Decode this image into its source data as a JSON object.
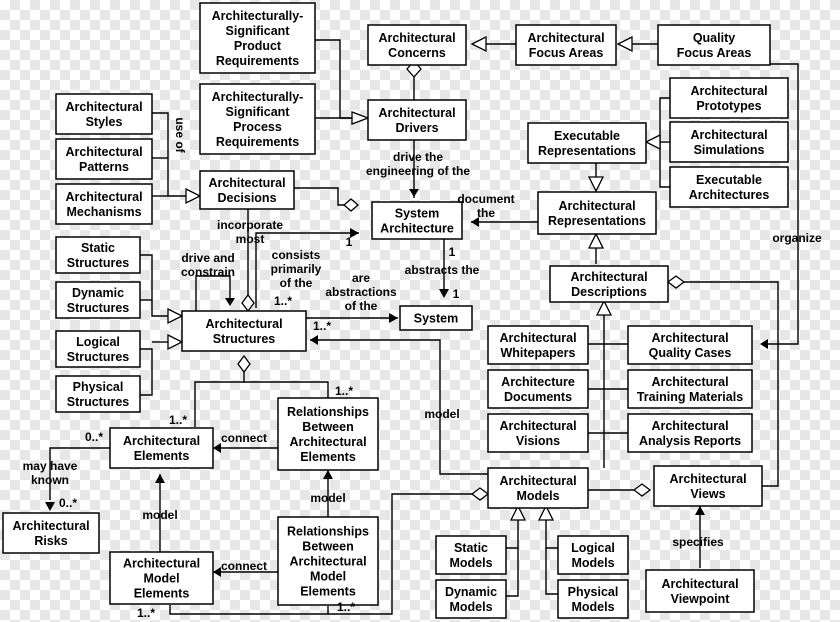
{
  "boxes": {
    "arch_sig_product": [
      "Architecturally-",
      "Significant",
      "Product",
      "Requirements"
    ],
    "arch_sig_process": [
      "Architecturally-",
      "Significant",
      "Process",
      "Requirements"
    ],
    "arch_concerns": [
      "Architectural",
      "Concerns"
    ],
    "arch_focus_areas": [
      "Architectural",
      "Focus Areas"
    ],
    "quality_focus_areas": [
      "Quality",
      "Focus Areas"
    ],
    "arch_drivers": [
      "Architectural",
      "Drivers"
    ],
    "arch_prototypes": [
      "Architectural",
      "Prototypes"
    ],
    "arch_simulations": [
      "Architectural",
      "Simulations"
    ],
    "executable_architectures": [
      "Executable",
      "Architectures"
    ],
    "executable_representations": [
      "Executable",
      "Representations"
    ],
    "arch_representations": [
      "Architectural",
      "Representations"
    ],
    "arch_styles": [
      "Architectural",
      "Styles"
    ],
    "arch_patterns": [
      "Architectural",
      "Patterns"
    ],
    "arch_mechanisms": [
      "Architectural",
      "Mechanisms"
    ],
    "arch_decisions": [
      "Architectural",
      "Decisions"
    ],
    "system_architecture": [
      "System",
      "Architecture"
    ],
    "static_structures": [
      "Static",
      "Structures"
    ],
    "dynamic_structures": [
      "Dynamic",
      "Structures"
    ],
    "logical_structures": [
      "Logical",
      "Structures"
    ],
    "physical_structures": [
      "Physical",
      "Structures"
    ],
    "arch_structures": [
      "Architectural",
      "Structures"
    ],
    "system": [
      "System"
    ],
    "arch_descriptions": [
      "Architectural",
      "Descriptions"
    ],
    "arch_whitepapers": [
      "Architectural",
      "Whitepapers"
    ],
    "arch_quality_cases": [
      "Architectural",
      "Quality Cases"
    ],
    "arch_documents": [
      "Architecture",
      "Documents"
    ],
    "arch_training_materials": [
      "Architectural",
      "Training Materials"
    ],
    "arch_visions": [
      "Architectural",
      "Visions"
    ],
    "arch_analysis_reports": [
      "Architectural",
      "Analysis Reports"
    ],
    "relationships_between_elements": [
      "Relationships",
      "Between",
      "Architectural",
      "Elements"
    ],
    "arch_elements": [
      "Architectural",
      "Elements"
    ],
    "arch_risks": [
      "Architectural",
      "Risks"
    ],
    "arch_models": [
      "Architectural",
      "Models"
    ],
    "arch_views": [
      "Architectural",
      "Views"
    ],
    "relationships_between_model_elements": [
      "Relationships",
      "Between",
      "Architectural",
      "Model",
      "Elements"
    ],
    "arch_model_elements": [
      "Architectural",
      "Model",
      "Elements"
    ],
    "static_models": [
      "Static",
      "Models"
    ],
    "dynamic_models": [
      "Dynamic",
      "Models"
    ],
    "logical_models": [
      "Logical",
      "Models"
    ],
    "physical_models": [
      "Physical",
      "Models"
    ],
    "arch_viewpoint": [
      "Architectural",
      "Viewpoint"
    ]
  },
  "labels": {
    "drive_engineering": [
      "drive the",
      "engineering of the"
    ],
    "document_the": [
      "document",
      "the"
    ],
    "organize": [
      "organize"
    ],
    "use_of": [
      "use of"
    ],
    "incorporate_most": [
      "incorporate",
      "most"
    ],
    "consists_primarily": [
      "consists",
      "primarily",
      "of the"
    ],
    "drive_and_constrain": [
      "drive and",
      "constrain"
    ],
    "are_abstractions": [
      "are",
      "abstractions",
      "of the"
    ],
    "abstracts_the": [
      "abstracts  the"
    ],
    "connect_top": [
      "connect"
    ],
    "connect_bottom": [
      "connect"
    ],
    "model_main": [
      "model"
    ],
    "model_left": [
      "model"
    ],
    "model_mid": [
      "model"
    ],
    "may_have_known": [
      "may have",
      "known"
    ],
    "specifies": [
      "specifies"
    ],
    "mult_1_a": [
      "1"
    ],
    "mult_1_b": [
      "1"
    ],
    "mult_1_c": [
      "1"
    ],
    "mult_1_star_a": [
      "1..*"
    ],
    "mult_1_star_b": [
      "1..*"
    ],
    "mult_1_star_c": [
      "1..*"
    ],
    "mult_1_star_d": [
      "1..*"
    ],
    "mult_1_star_e": [
      "1..*"
    ],
    "mult_1_star_f": [
      "1..*"
    ],
    "mult_0_star_a": [
      "0..*"
    ],
    "mult_0_star_b": [
      "0..*"
    ]
  }
}
